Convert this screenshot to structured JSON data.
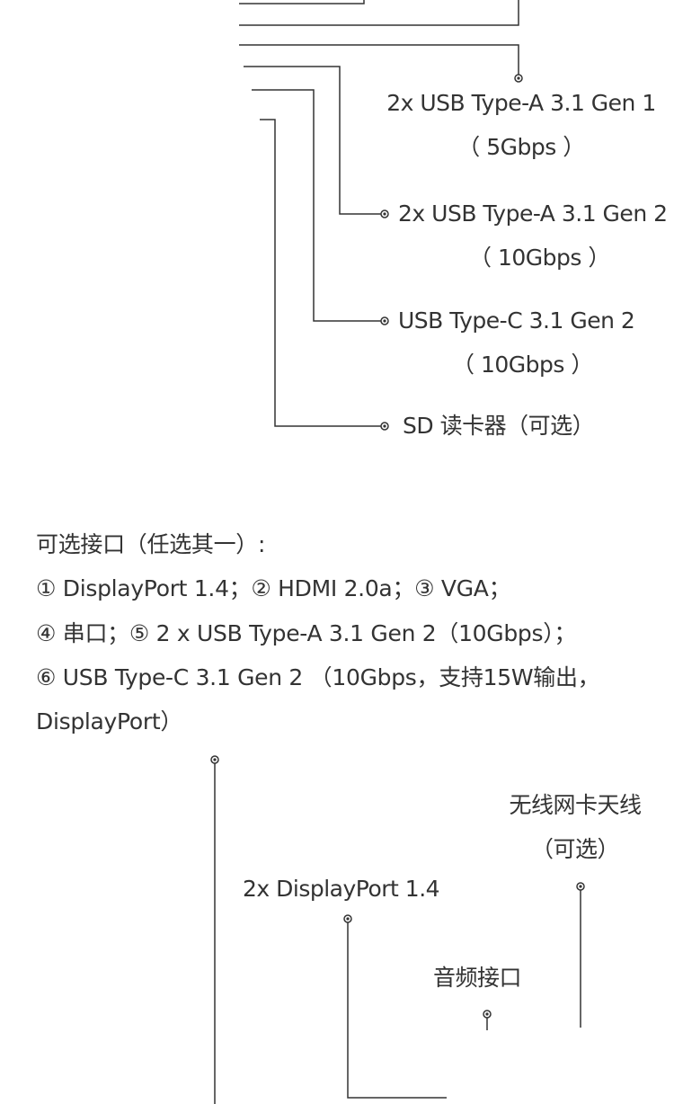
{
  "top_ports": {
    "usb_a_gen1": {
      "line1": "2x USB Type-A 3.1 Gen 1",
      "line2": "（ 5Gbps ）"
    },
    "usb_a_gen2": {
      "line1": "2x USB Type-A  3.1 Gen 2",
      "line2": "（ 10Gbps ）"
    },
    "usb_c_gen2": {
      "line1": "USB Type-C 3.1 Gen 2",
      "line2": "（ 10Gbps ）"
    },
    "sd_reader": {
      "line1": "SD 读卡器（可选）"
    }
  },
  "optional_ports": {
    "heading": "可选接口（任选其一）:",
    "line1": "① DisplayPort 1.4；② HDMI 2.0a；③ VGA；",
    "line2": "④ 串口；⑤ 2 x USB Type-A 3.1 Gen 2（10Gbps）；",
    "line3": "⑥ USB Type-C  3.1 Gen 2 （10Gbps，支持15W输出，",
    "line4": "DisplayPort）"
  },
  "rear_ports": {
    "wifi_antenna": {
      "line1": "无线网卡天线",
      "line2": "（可选）"
    },
    "displayport": {
      "line1": "2x DisplayPort 1.4"
    },
    "audio": {
      "line1": "音频接口"
    }
  },
  "colors": {
    "line": "#333333",
    "text": "#333333",
    "background": "#ffffff"
  }
}
